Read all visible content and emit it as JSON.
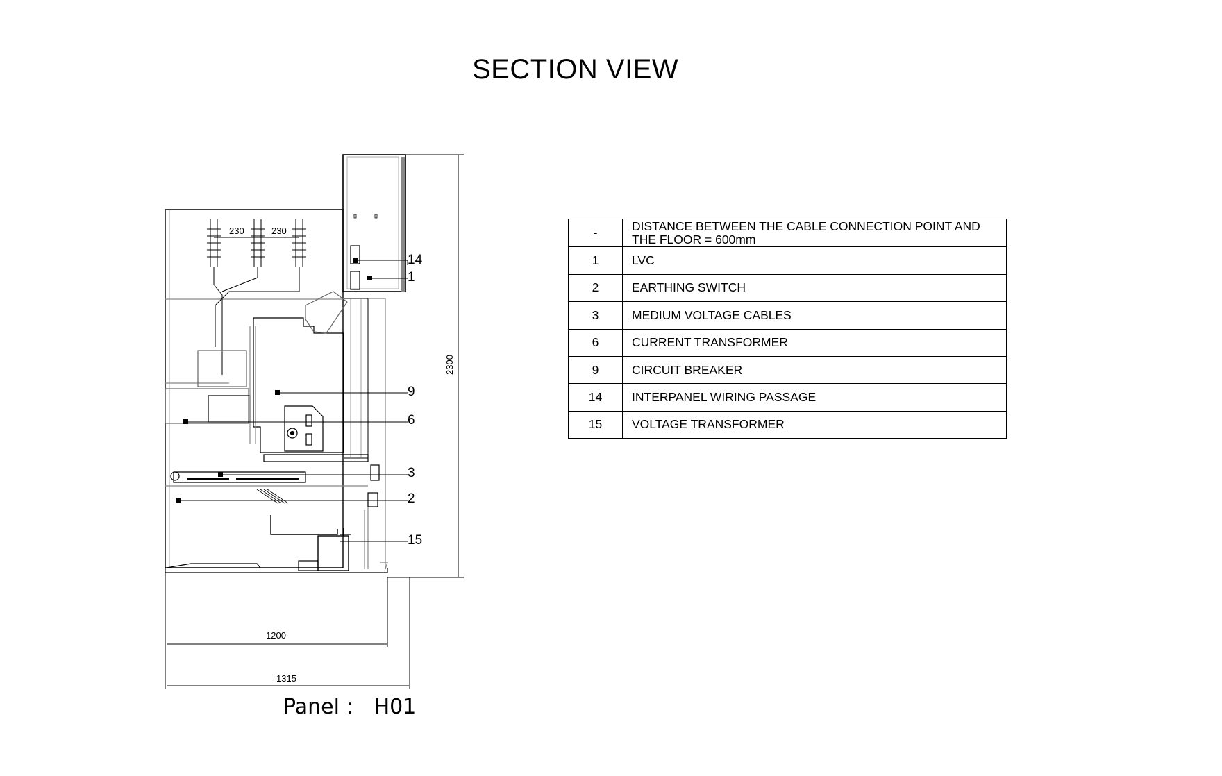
{
  "title": "SECTION VIEW",
  "panel": {
    "label": "Panel :",
    "id": "H01"
  },
  "dimensions": {
    "phase_spacing_1": "230",
    "phase_spacing_2": "230",
    "height": "2300",
    "depth_inner": "1200",
    "depth_total": "1315"
  },
  "callouts": [
    "14",
    "1",
    "9",
    "6",
    "3",
    "2",
    "15"
  ],
  "legend": [
    {
      "num": "-",
      "desc": "DISTANCE BETWEEN THE CABLE CONNECTION POINT AND THE FLOOR = 600mm"
    },
    {
      "num": "1",
      "desc": "LVC"
    },
    {
      "num": "2",
      "desc": "EARTHING SWITCH"
    },
    {
      "num": "3",
      "desc": "MEDIUM VOLTAGE CABLES"
    },
    {
      "num": "6",
      "desc": "CURRENT TRANSFORMER"
    },
    {
      "num": "9",
      "desc": "CIRCUIT BREAKER"
    },
    {
      "num": "14",
      "desc": "INTERPANEL WIRING PASSAGE"
    },
    {
      "num": "15",
      "desc": "VOLTAGE TRANSFORMER"
    }
  ]
}
